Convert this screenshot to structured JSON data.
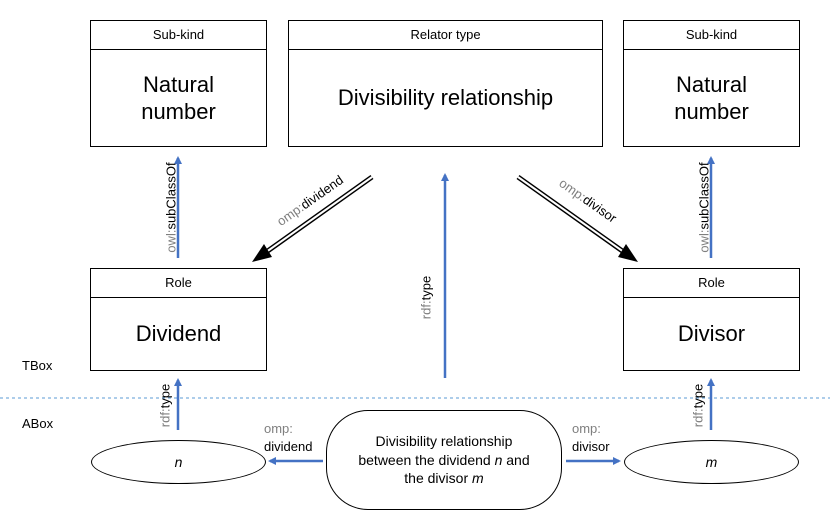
{
  "tbox": {
    "box_left": {
      "header": "Sub-kind",
      "label_line1": "Natural",
      "label_line2": "number"
    },
    "box_center": {
      "header": "Relator type",
      "label": "Divisibility relationship"
    },
    "box_right": {
      "header": "Sub-kind",
      "label_line1": "Natural",
      "label_line2": "number"
    },
    "role_left": {
      "header": "Role",
      "label": "Dividend"
    },
    "role_right": {
      "header": "Role",
      "label": "Divisor"
    }
  },
  "sections": {
    "tbox": "TBox",
    "abox": "ABox"
  },
  "edges": {
    "subclass_left": {
      "prefix": "owl:",
      "name": "subClassOf"
    },
    "subclass_right": {
      "prefix": "owl:",
      "name": "subClassOf"
    },
    "dividend_diag": {
      "prefix": "omp:",
      "name": "dividend"
    },
    "divisor_diag": {
      "prefix": "omp:",
      "name": "divisor"
    },
    "type_center": {
      "prefix": "rdf:",
      "name": "type"
    },
    "type_left": {
      "prefix": "rdf:",
      "name": "type"
    },
    "type_right": {
      "prefix": "rdf:",
      "name": "type"
    },
    "dividend_abox": {
      "prefix": "omp:",
      "name": "dividend"
    },
    "divisor_abox": {
      "prefix": "omp:",
      "name": "divisor"
    }
  },
  "abox": {
    "n": "n",
    "m": "m",
    "relator": {
      "line1": "Divisibility relationship",
      "line2_pre": "between the dividend ",
      "line2_var": "n",
      "line2_post": " and",
      "line3_pre": "the divisor ",
      "line3_var": "m"
    }
  },
  "colors": {
    "arrow_blue": "#4472c4",
    "prefix_gray": "#7f7f7f",
    "dashed_line": "#5b9bd5"
  }
}
